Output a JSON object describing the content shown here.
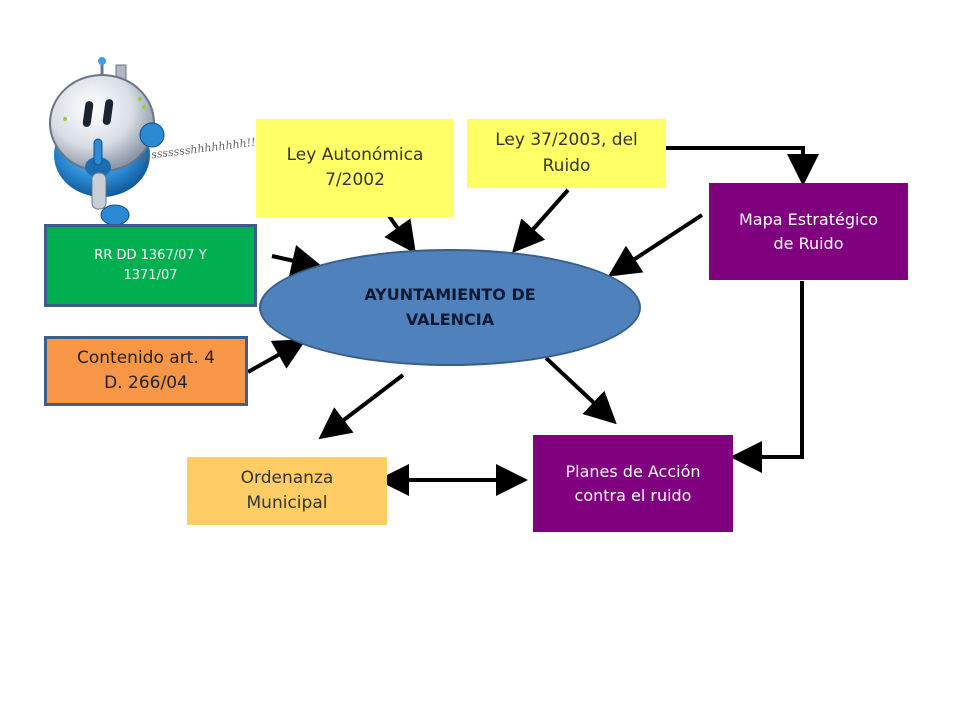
{
  "diagram": {
    "center": {
      "label": "AYUNTAMIENTO DE\nVALENCIA"
    },
    "inputs": {
      "ley_autonomica": "Ley Autonómica\n7/2002",
      "ley_37_2003": "Ley 37/2003, del\nRuido",
      "rr_dd": "RR DD 1367/07 Y\n1371/07",
      "contenido": "Contenido art. 4\nD. 266/04",
      "mapa_estrategico": "Mapa Estratégico\nde Ruido"
    },
    "outputs": {
      "ordenanza": "Ordenanza\nMunicipal",
      "planes_accion": "Planes de Acción\ncontra el ruido"
    },
    "mascot_caption": "¡¡¡ssssssshhhhhhhh!!!"
  },
  "colors": {
    "yellow": "#ffff66",
    "purple": "#800080",
    "green": "#00b050",
    "orange": "#f79646",
    "light_orange": "#ffcc66",
    "center_blue": "#4f81bd"
  }
}
